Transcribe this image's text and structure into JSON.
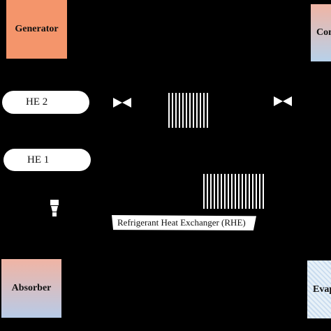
{
  "components": {
    "generator": "Generator",
    "condenser": "Condenser",
    "absorber": "Absorber",
    "evaporator": "Evaporator",
    "he2": "HE 2",
    "he1": "HE 1",
    "rhe": "Refrigerant Heat Exchanger (RHE)"
  },
  "colors": {
    "background": "#000000",
    "generator": "#f4956b",
    "condenser_top": "#f0b4a4",
    "condenser_bottom": "#b7d1ea",
    "absorber_top": "#f0b4a4",
    "absorber_bottom": "#b7cbe8",
    "evaporator_fill": "#e8f1f8",
    "evaporator_hatch": "#c9dcef"
  }
}
